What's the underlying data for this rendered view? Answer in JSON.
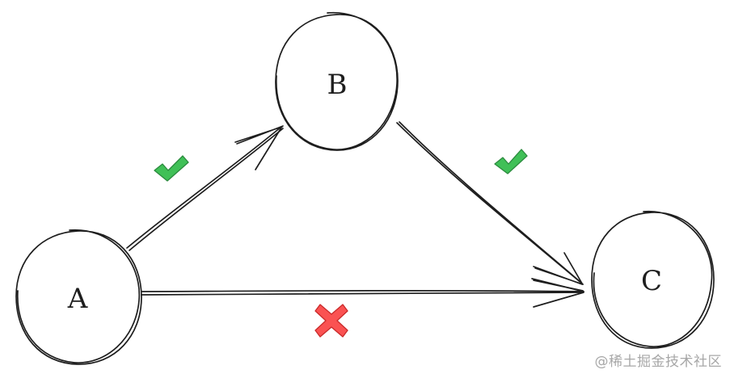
{
  "nodes": {
    "a": {
      "label": "A"
    },
    "b": {
      "label": "B"
    },
    "c": {
      "label": "C"
    }
  },
  "edges": [
    {
      "from": "A",
      "to": "B",
      "status": "allowed",
      "mark": "check-icon"
    },
    {
      "from": "B",
      "to": "C",
      "status": "allowed",
      "mark": "check-icon"
    },
    {
      "from": "A",
      "to": "C",
      "status": "disallowed",
      "mark": "cross-icon"
    }
  ],
  "colors": {
    "ink": "#1e1e1e",
    "check": "#40c057",
    "check_outline": "#2b8a3e",
    "cross": "#fa5252",
    "cross_outline": "#c92a2a",
    "watermark": "#a7a7a7"
  },
  "watermark": "@稀土掘金技术社区"
}
